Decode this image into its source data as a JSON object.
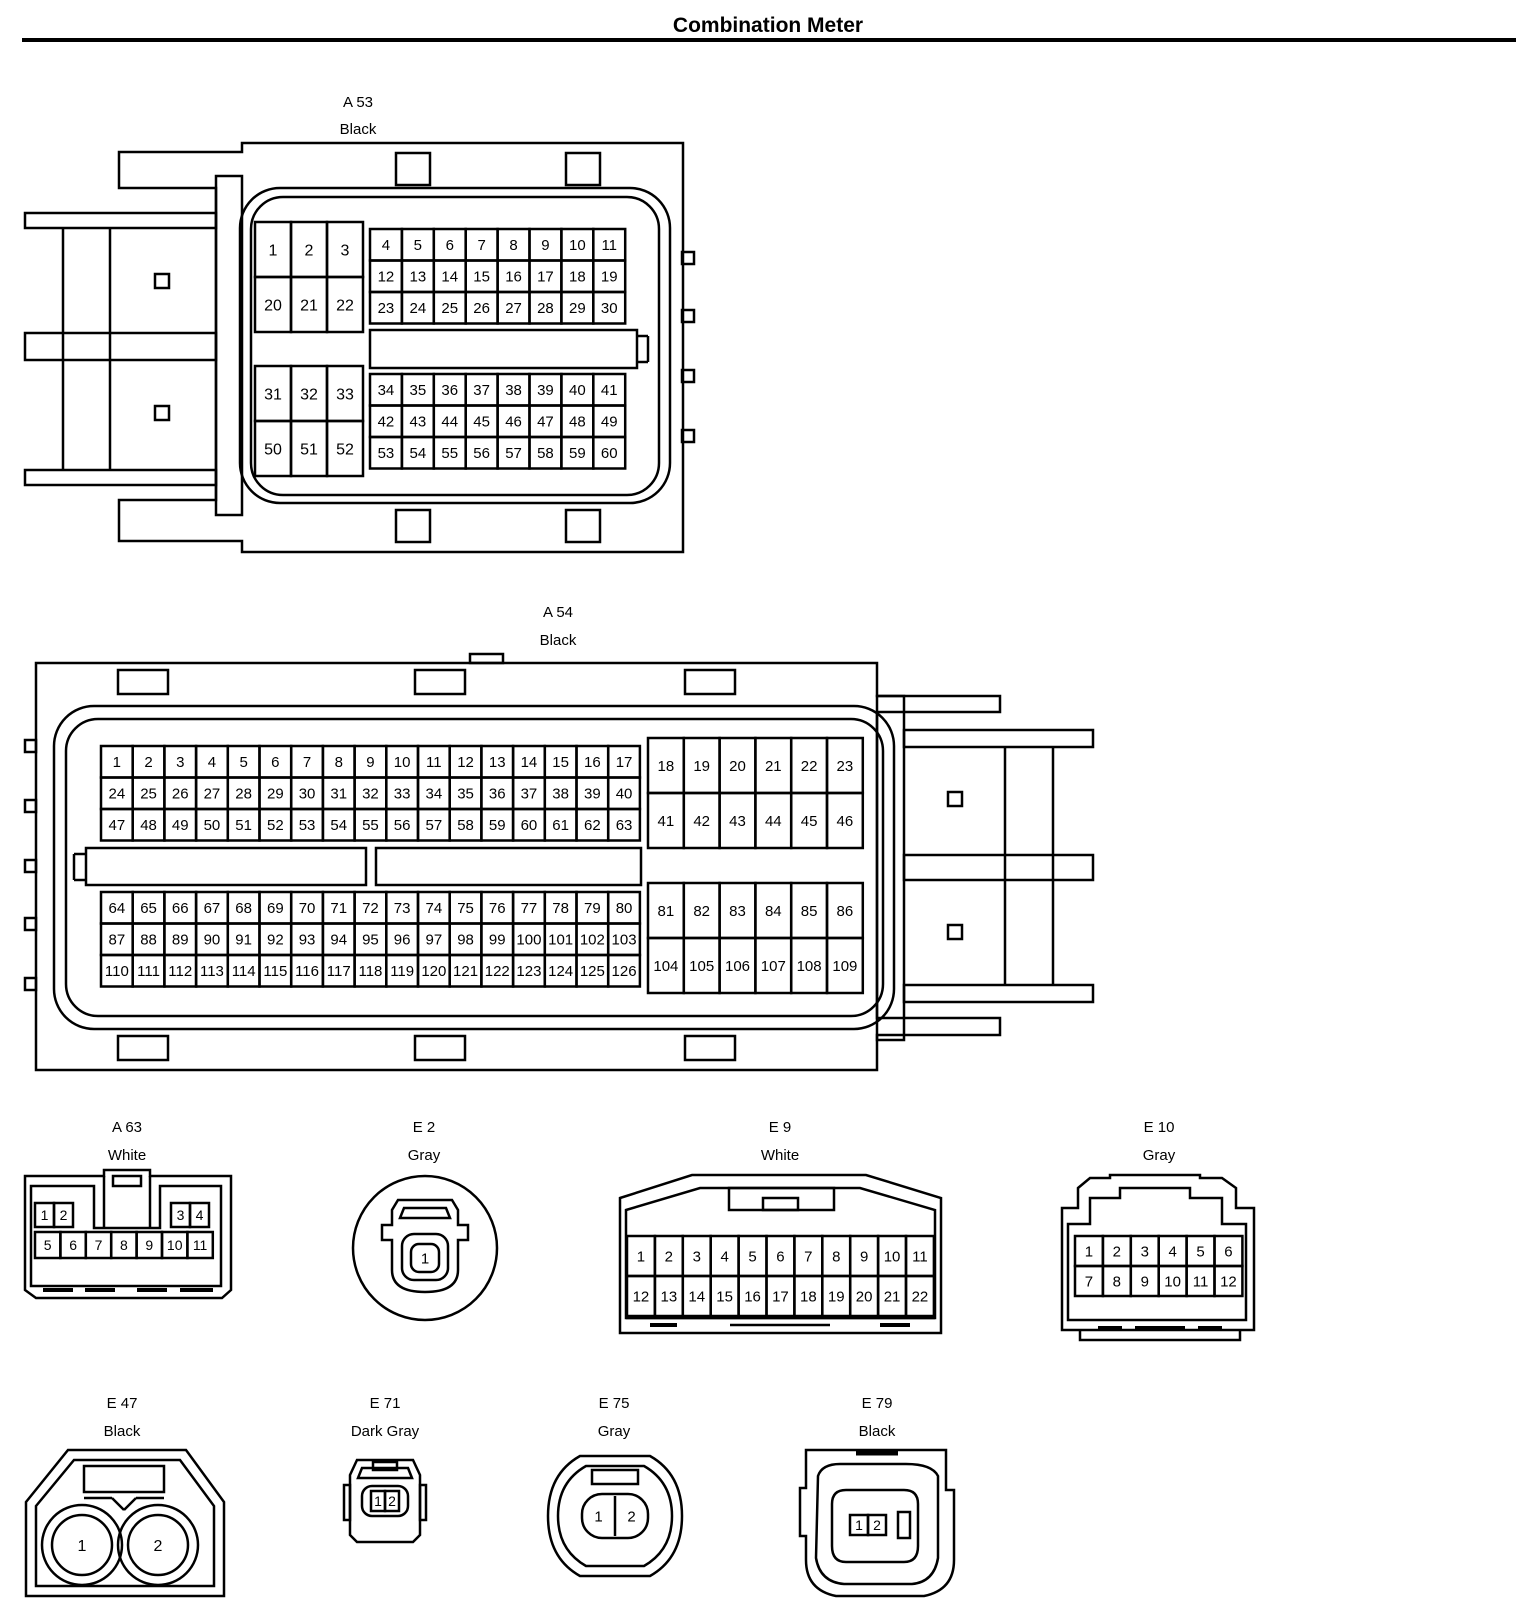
{
  "title": "Combination Meter",
  "connectors": {
    "a53": {
      "id": "A 53",
      "color": "Black"
    },
    "a54": {
      "id": "A 54",
      "color": "Black"
    },
    "a63": {
      "id": "A 63",
      "color": "White"
    },
    "e2": {
      "id": "E 2",
      "color": "Gray"
    },
    "e9": {
      "id": "E 9",
      "color": "White"
    },
    "e10": {
      "id": "E 10",
      "color": "Gray"
    },
    "e47": {
      "id": "E 47",
      "color": "Black"
    },
    "e71": {
      "id": "E 71",
      "color": "Dark Gray"
    },
    "e75": {
      "id": "E 75",
      "color": "Gray"
    },
    "e79": {
      "id": "E 79",
      "color": "Black"
    }
  }
}
